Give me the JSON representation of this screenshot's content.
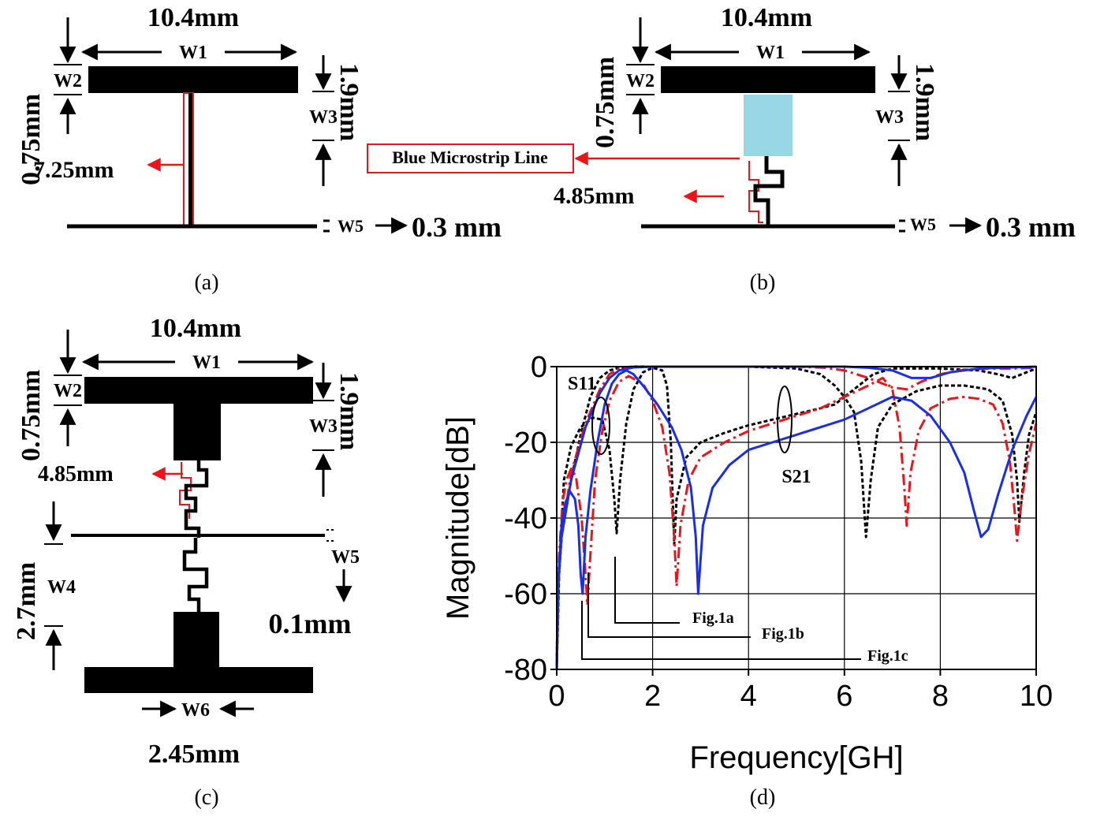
{
  "panel_a": {
    "caption": "(a)",
    "w1_value": "10.4mm",
    "w1": "W1",
    "w2_value": "0.75mm",
    "w2": "W2",
    "w3_value": "1.9mm",
    "w3": "W3",
    "stub_length": "7.25mm",
    "w5": "W5",
    "w5_value": "0.3 mm",
    "colors": {
      "outline": "#e8161b",
      "strip": "#000000"
    }
  },
  "panel_b": {
    "caption": "(b)",
    "w1_value": "10.4mm",
    "w1": "W1",
    "w2_value": "0.75mm",
    "w2": "W2",
    "w3_value": "1.9mm",
    "w3": "W3",
    "callout": "Blue Microstrip Line",
    "stub_length": "4.85mm",
    "w5": "W5",
    "w5_value": "0.3 mm",
    "colors": {
      "blue_line": "#9ad7e6",
      "outline": "#e8161b"
    }
  },
  "panel_c": {
    "caption": "(c)",
    "w1_value": "10.4mm",
    "w1": "W1",
    "w2_value": "0.75mm",
    "w2": "W2",
    "w3_value": "1.9mm",
    "w3": "W3",
    "stub_length": "4.85mm",
    "w4": "W4",
    "w4_value": "2.7mm",
    "w5": "W5",
    "w5_value": "0.1mm",
    "w6": "W6",
    "w6_value": "2.45mm"
  },
  "panel_d": {
    "caption": "(d)",
    "chart_data": {
      "type": "line",
      "xlabel": "Frequency[GH]",
      "ylabel": "Magnitude[dB]",
      "xlim": [
        0,
        10
      ],
      "ylim": [
        -80,
        0
      ],
      "xticks": [
        0,
        2,
        4,
        6,
        8,
        10
      ],
      "yticks": [
        0,
        -20,
        -40,
        -60,
        -80
      ],
      "grid": true,
      "annotations": [
        "S11",
        "S21"
      ],
      "leader_labels": [
        "Fig.1a",
        "Fig.1b",
        "Fig.1c"
      ],
      "series": [
        {
          "name": "Fig.1a",
          "color": "#000000",
          "dash": "dotted",
          "points": [
            [
              0,
              -80
            ],
            [
              0.05,
              -55
            ],
            [
              0.15,
              -30
            ],
            [
              0.3,
              -21
            ],
            [
              0.5,
              -16
            ],
            [
              0.75,
              -13.5
            ],
            [
              0.95,
              -14
            ],
            [
              1.1,
              -22
            ],
            [
              1.2,
              -35
            ],
            [
              1.25,
              -44
            ],
            [
              1.32,
              -30
            ],
            [
              1.45,
              -15
            ],
            [
              1.6,
              -6
            ],
            [
              1.8,
              -1.5
            ],
            [
              2.0,
              -0.3
            ],
            [
              2.2,
              -1
            ],
            [
              2.3,
              -5
            ],
            [
              2.38,
              -20
            ],
            [
              2.42,
              -35
            ],
            [
              2.45,
              -47
            ],
            [
              2.5,
              -35
            ],
            [
              2.7,
              -24
            ],
            [
              3.0,
              -20
            ],
            [
              3.5,
              -17.5
            ],
            [
              4.0,
              -15.5
            ],
            [
              4.5,
              -14
            ],
            [
              5.0,
              -12.5
            ],
            [
              5.5,
              -11
            ],
            [
              5.8,
              -10
            ],
            [
              6.0,
              -8
            ],
            [
              6.2,
              -12
            ],
            [
              6.35,
              -25
            ],
            [
              6.45,
              -45
            ],
            [
              6.55,
              -30
            ],
            [
              6.7,
              -16
            ],
            [
              7.0,
              -10
            ],
            [
              7.5,
              -6.5
            ],
            [
              8.0,
              -5
            ],
            [
              8.5,
              -5
            ],
            [
              9.0,
              -6
            ],
            [
              9.3,
              -9
            ],
            [
              9.5,
              -18
            ],
            [
              9.6,
              -30
            ],
            [
              9.65,
              -41
            ],
            [
              9.75,
              -28
            ],
            [
              9.85,
              -18
            ],
            [
              10,
              -12
            ]
          ]
        },
        {
          "name": "Fig.1a",
          "color": "#000000",
          "dash": "dotted",
          "points": [
            [
              0,
              -80
            ],
            [
              0.02,
              -60
            ],
            [
              0.1,
              -45
            ],
            [
              0.3,
              -30
            ],
            [
              0.5,
              -18
            ],
            [
              0.7,
              -8
            ],
            [
              0.9,
              -3
            ],
            [
              1.1,
              -1
            ],
            [
              1.3,
              -0.3
            ],
            [
              1.6,
              0
            ],
            [
              2.5,
              0
            ],
            [
              4.0,
              0
            ],
            [
              5.0,
              -0.5
            ],
            [
              5.5,
              -2
            ],
            [
              5.8,
              -5
            ],
            [
              6.0,
              -8
            ],
            [
              6.2,
              -6
            ],
            [
              6.6,
              -2
            ],
            [
              7.0,
              -0.5
            ],
            [
              8.0,
              -0.5
            ],
            [
              8.8,
              -1
            ],
            [
              9.2,
              -2
            ],
            [
              9.5,
              -3
            ],
            [
              9.8,
              -1.5
            ],
            [
              10,
              -0.5
            ]
          ]
        },
        {
          "name": "Fig.1b",
          "color": "#e8161b",
          "dash": "dashed",
          "points": [
            [
              0,
              -80
            ],
            [
              0.05,
              -50
            ],
            [
              0.12,
              -36
            ],
            [
              0.2,
              -30
            ],
            [
              0.3,
              -27
            ],
            [
              0.4,
              -29
            ],
            [
              0.52,
              -40
            ],
            [
              0.6,
              -55
            ],
            [
              0.64,
              -63
            ],
            [
              0.7,
              -50
            ],
            [
              0.8,
              -30
            ],
            [
              0.95,
              -17
            ],
            [
              1.1,
              -9
            ],
            [
              1.3,
              -4
            ],
            [
              1.5,
              -2.5
            ],
            [
              1.8,
              -4.5
            ],
            [
              2.0,
              -9
            ],
            [
              2.2,
              -16
            ],
            [
              2.35,
              -28
            ],
            [
              2.45,
              -45
            ],
            [
              2.5,
              -58
            ],
            [
              2.58,
              -42
            ],
            [
              2.75,
              -30
            ],
            [
              3.0,
              -24
            ],
            [
              3.5,
              -20
            ],
            [
              4.0,
              -17
            ],
            [
              4.5,
              -15
            ],
            [
              5.0,
              -13
            ],
            [
              5.5,
              -11
            ],
            [
              6.0,
              -8
            ],
            [
              6.5,
              -5
            ],
            [
              6.8,
              -3
            ],
            [
              7.0,
              -6
            ],
            [
              7.15,
              -16
            ],
            [
              7.25,
              -32
            ],
            [
              7.3,
              -42
            ],
            [
              7.38,
              -28
            ],
            [
              7.55,
              -17
            ],
            [
              7.8,
              -11
            ],
            [
              8.2,
              -8.5
            ],
            [
              8.5,
              -8
            ],
            [
              8.8,
              -8.5
            ],
            [
              9.1,
              -10
            ],
            [
              9.3,
              -15
            ],
            [
              9.45,
              -25
            ],
            [
              9.55,
              -38
            ],
            [
              9.6,
              -46
            ],
            [
              9.7,
              -35
            ],
            [
              9.85,
              -23
            ],
            [
              10,
              -15
            ]
          ]
        },
        {
          "name": "Fig.1b",
          "color": "#e8161b",
          "dash": "dashed",
          "points": [
            [
              0,
              -80
            ],
            [
              0.02,
              -60
            ],
            [
              0.1,
              -45
            ],
            [
              0.3,
              -28
            ],
            [
              0.6,
              -15
            ],
            [
              0.9,
              -6
            ],
            [
              1.1,
              -2
            ],
            [
              1.3,
              -0.5
            ],
            [
              1.6,
              0
            ],
            [
              3.0,
              0
            ],
            [
              5.0,
              0
            ],
            [
              5.6,
              -0.3
            ],
            [
              6.0,
              -1
            ],
            [
              6.5,
              -3
            ],
            [
              7.0,
              -5.5
            ],
            [
              7.3,
              -6
            ],
            [
              7.6,
              -4
            ],
            [
              8.0,
              -2
            ],
            [
              8.5,
              -0.8
            ],
            [
              9.0,
              -0.5
            ],
            [
              9.5,
              -0.5
            ],
            [
              10,
              -0.3
            ]
          ]
        },
        {
          "name": "Fig.1c",
          "color": "#1a2ee6",
          "dash": "solid",
          "points": [
            [
              0,
              -80
            ],
            [
              0.04,
              -55
            ],
            [
              0.1,
              -42
            ],
            [
              0.18,
              -36
            ],
            [
              0.28,
              -33
            ],
            [
              0.38,
              -35
            ],
            [
              0.45,
              -42
            ],
            [
              0.5,
              -55
            ],
            [
              0.54,
              -60
            ],
            [
              0.6,
              -45
            ],
            [
              0.7,
              -33
            ],
            [
              0.85,
              -20
            ],
            [
              1.0,
              -10
            ],
            [
              1.15,
              -4.5
            ],
            [
              1.3,
              -2
            ],
            [
              1.45,
              -1
            ],
            [
              1.6,
              -2
            ],
            [
              1.8,
              -5
            ],
            [
              2.1,
              -10
            ],
            [
              2.4,
              -16
            ],
            [
              2.6,
              -22
            ],
            [
              2.8,
              -32
            ],
            [
              2.9,
              -45
            ],
            [
              2.95,
              -60
            ],
            [
              3.05,
              -42
            ],
            [
              3.25,
              -32
            ],
            [
              3.6,
              -26
            ],
            [
              4.0,
              -22
            ],
            [
              4.5,
              -20
            ],
            [
              5.0,
              -18
            ],
            [
              5.5,
              -16
            ],
            [
              6.0,
              -14
            ],
            [
              6.5,
              -11
            ],
            [
              7.0,
              -8
            ],
            [
              7.4,
              -9
            ],
            [
              7.8,
              -13
            ],
            [
              8.2,
              -20
            ],
            [
              8.5,
              -28
            ],
            [
              8.7,
              -38
            ],
            [
              8.85,
              -45
            ],
            [
              9.0,
              -43
            ],
            [
              9.2,
              -34
            ],
            [
              9.5,
              -22
            ],
            [
              9.8,
              -13
            ],
            [
              10,
              -8
            ]
          ]
        },
        {
          "name": "Fig.1c",
          "color": "#1a2ee6",
          "dash": "solid",
          "points": [
            [
              0,
              -80
            ],
            [
              0.02,
              -60
            ],
            [
              0.1,
              -45
            ],
            [
              0.3,
              -30
            ],
            [
              0.6,
              -16
            ],
            [
              0.9,
              -7
            ],
            [
              1.1,
              -3
            ],
            [
              1.3,
              -1
            ],
            [
              1.6,
              -0.2
            ],
            [
              2.0,
              0
            ],
            [
              4.0,
              0
            ],
            [
              6.0,
              0
            ],
            [
              6.5,
              -0.3
            ],
            [
              7.0,
              -1
            ],
            [
              7.4,
              -3
            ],
            [
              7.8,
              -3
            ],
            [
              8.2,
              -1.5
            ],
            [
              8.8,
              -0.5
            ],
            [
              9.5,
              -0.2
            ],
            [
              10,
              0
            ]
          ]
        }
      ]
    }
  }
}
